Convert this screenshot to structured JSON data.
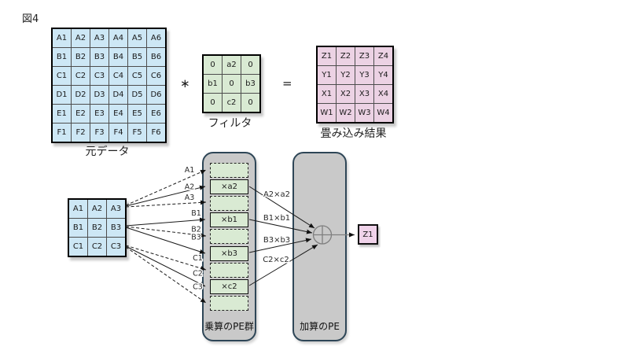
{
  "figure": {
    "title": "図4"
  },
  "top": {
    "source_matrix": {
      "label": "元データ",
      "rows": [
        [
          "A1",
          "A2",
          "A3",
          "A4",
          "A5",
          "A6"
        ],
        [
          "B1",
          "B2",
          "B3",
          "B4",
          "B5",
          "B6"
        ],
        [
          "C1",
          "C2",
          "C3",
          "C4",
          "C5",
          "C6"
        ],
        [
          "D1",
          "D2",
          "D3",
          "D4",
          "D5",
          "D6"
        ],
        [
          "E1",
          "E2",
          "E3",
          "E4",
          "E5",
          "E6"
        ],
        [
          "F1",
          "F2",
          "F3",
          "F4",
          "F5",
          "F6"
        ]
      ]
    },
    "multiply_symbol": "∗",
    "filter_matrix": {
      "label": "フィルタ",
      "rows": [
        [
          "0",
          "a2",
          "0"
        ],
        [
          "b1",
          "0",
          "b3"
        ],
        [
          "0",
          "c2",
          "0"
        ]
      ]
    },
    "equals_symbol": "=",
    "result_matrix": {
      "label": "畳み込み結果",
      "rows": [
        [
          "Z1",
          "Z2",
          "Z3",
          "Z4"
        ],
        [
          "Y1",
          "Y2",
          "Y3",
          "Y4"
        ],
        [
          "X1",
          "X2",
          "X3",
          "X4"
        ],
        [
          "W1",
          "W2",
          "W3",
          "W4"
        ]
      ]
    }
  },
  "bottom": {
    "input_matrix": {
      "rows": [
        [
          "A1",
          "A2",
          "A3"
        ],
        [
          "B1",
          "B2",
          "B3"
        ],
        [
          "C1",
          "C2",
          "C3"
        ]
      ]
    },
    "input_arrow_labels": [
      "A1",
      "A2",
      "A3",
      "B1",
      "B2",
      "B3",
      "C1",
      "C2",
      "C3"
    ],
    "multiplier_group": {
      "label": "乗算のPE群",
      "units": [
        {
          "type": "zero",
          "label": ""
        },
        {
          "type": "mult",
          "label": "×a2"
        },
        {
          "type": "zero",
          "label": ""
        },
        {
          "type": "mult",
          "label": "×b1"
        },
        {
          "type": "zero",
          "label": ""
        },
        {
          "type": "mult",
          "label": "×b3"
        },
        {
          "type": "zero",
          "label": ""
        },
        {
          "type": "mult",
          "label": "×c2"
        },
        {
          "type": "zero",
          "label": ""
        }
      ]
    },
    "adder": {
      "label": "加算のPE"
    },
    "product_labels": [
      "A2×a2",
      "B1×b1",
      "B3×b3",
      "C2×c2"
    ],
    "output_cell": {
      "label": "Z1"
    }
  },
  "colors": {
    "source_fill": "#cde7f5",
    "filter_fill": "#d9ead3",
    "result_fill": "#ecd2e4",
    "output_fill": "#f0d3ea",
    "pe_group_fill": "#c9c9c9",
    "pe_border": "#2e4657",
    "arrow": "#1a1a1a",
    "adder_stroke": "#7f7f7f"
  }
}
